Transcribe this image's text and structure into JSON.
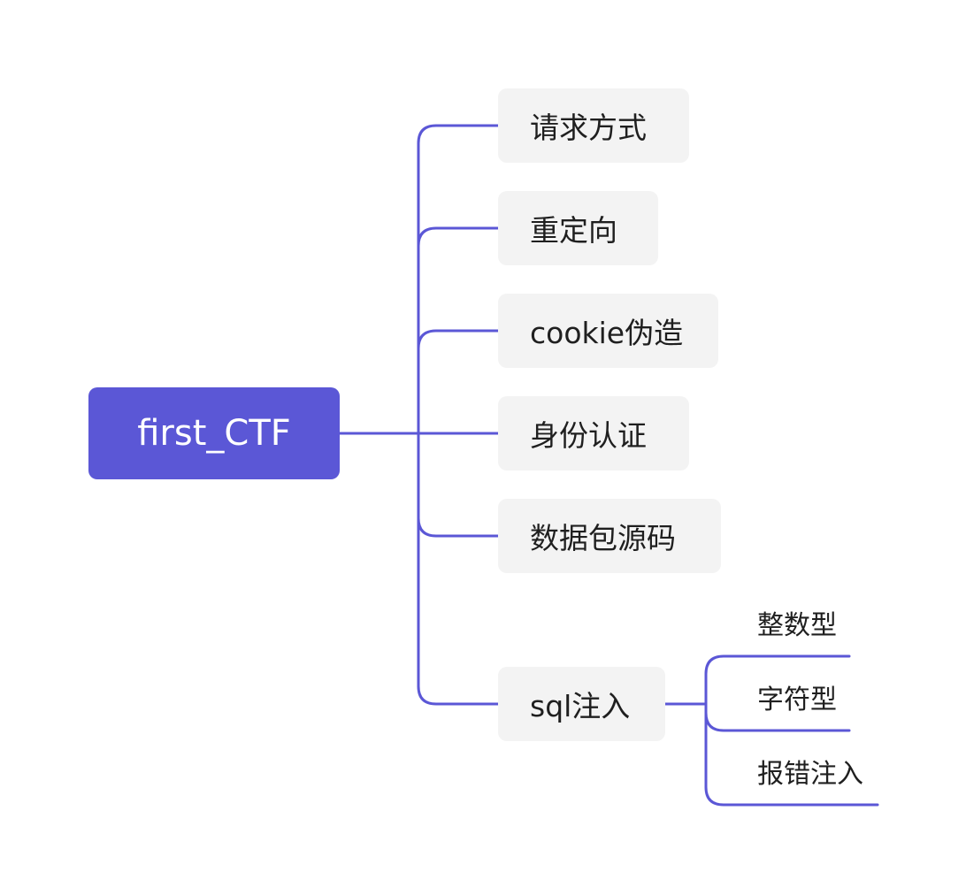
{
  "root": {
    "label": "first_CTF"
  },
  "branches": [
    {
      "label": "请求方式"
    },
    {
      "label": "重定向"
    },
    {
      "label": "cookie伪造"
    },
    {
      "label": "身份认证"
    },
    {
      "label": "数据包源码"
    },
    {
      "label": "sql注入"
    }
  ],
  "sql_children": [
    {
      "label": "整数型"
    },
    {
      "label": "字符型"
    },
    {
      "label": "报错注入"
    }
  ],
  "colors": {
    "accent": "#5b57d6",
    "node_fill": "#f3f3f3",
    "text": "#1f1f1f"
  }
}
